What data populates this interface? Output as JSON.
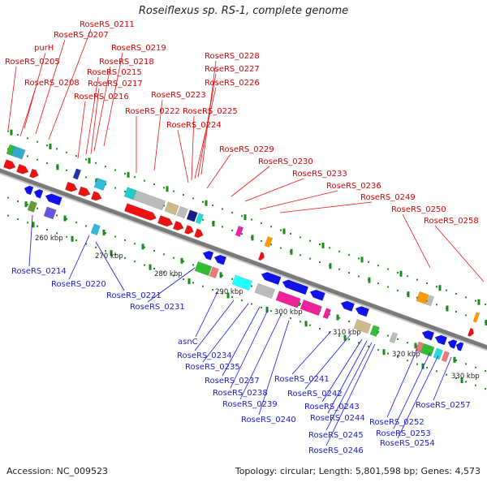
{
  "title": "Roseiflexus sp. RS-1, complete genome",
  "footer": {
    "accession": "Accession: NC_009523",
    "summary": "Topology: circular; Length: 5,801,598 bp; Genes: 4,573"
  },
  "colors": {
    "forward": "#ee1111",
    "reverse": "#1111ee",
    "backbone": "#7a7a7a",
    "tick": "#1c8a1c"
  },
  "kbp_labels": [
    "260 kbp",
    "270 kbp",
    "280 kbp",
    "290 kbp",
    "300 kbp",
    "310 kbp",
    "320 kbp",
    "330 kbp"
  ],
  "forward_genes": [
    "RoseRS_0211",
    "RoseRS_0207",
    "purH",
    "RoseRS_0205",
    "RoseRS_0208",
    "RoseRS_0219",
    "RoseRS_0218",
    "RoseRS_0215",
    "RoseRS_0217",
    "RoseRS_0216",
    "RoseRS_0223",
    "RoseRS_0222",
    "RoseRS_0228",
    "RoseRS_0227",
    "RoseRS_0226",
    "RoseRS_0225",
    "RoseRS_0224",
    "RoseRS_0229",
    "RoseRS_0230",
    "RoseRS_0233",
    "RoseRS_0236",
    "RoseRS_0249",
    "RoseRS_0250",
    "RoseRS_0258"
  ],
  "reverse_genes": [
    "RoseRS_0214",
    "RoseRS_0220",
    "RoseRS_0221",
    "RoseRS_0231",
    "asnC",
    "RoseRS_0234",
    "RoseRS_0235",
    "RoseRS_0237",
    "RoseRS_0238",
    "RoseRS_0239",
    "RoseRS_0240",
    "RoseRS_0241",
    "RoseRS_0242",
    "RoseRS_0243",
    "RoseRS_0244",
    "RoseRS_0245",
    "RoseRS_0246",
    "RoseRS_0252",
    "RoseRS_0253",
    "RoseRS_0254",
    "RoseRS_0257"
  ]
}
